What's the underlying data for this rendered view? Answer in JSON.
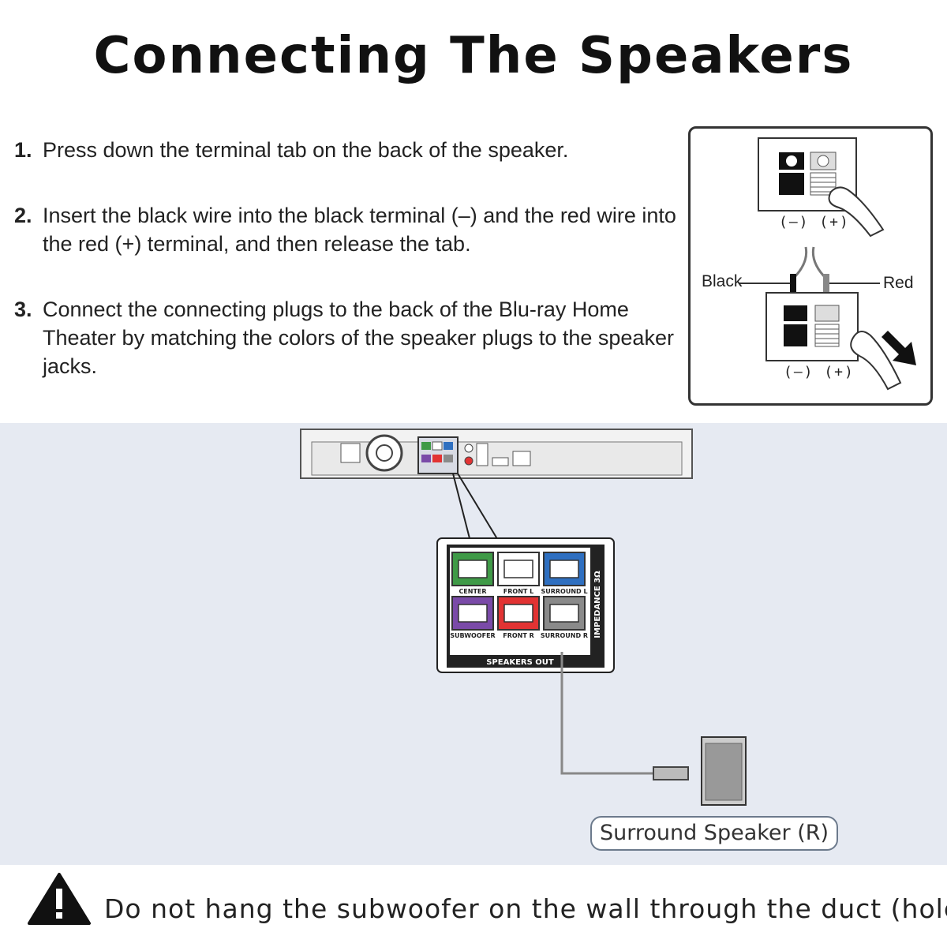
{
  "title": "Connecting The Speakers",
  "steps": [
    {
      "num": "1.",
      "text": "Press down the terminal tab on the back of the speaker."
    },
    {
      "num": "2.",
      "text": "Insert the black wire into the black terminal (–) and the red wire into the red (+) terminal, and then release the tab."
    },
    {
      "num": "3.",
      "text": "Connect the connecting plugs to the back of the Blu-ray Home Theater by matching the colors of the speaker plugs to the speaker jacks."
    }
  ],
  "terminal_diagram": {
    "polarity_label": "(–) (+)",
    "wire_black_label": "Black",
    "wire_red_label": "Red"
  },
  "speakers_panel": {
    "jacks": [
      {
        "label": "CENTER",
        "color": "#3f9a47"
      },
      {
        "label": "FRONT L",
        "color": "#ffffff"
      },
      {
        "label": "SURROUND L",
        "color": "#2e6fc0"
      },
      {
        "label": "SUBWOOFER",
        "color": "#7a4aa8"
      },
      {
        "label": "FRONT R",
        "color": "#e23333"
      },
      {
        "label": "SURROUND R",
        "color": "#8a8a8a"
      }
    ],
    "footer_label": "SPEAKERS OUT",
    "side_label": "IMPEDANCE 3Ω"
  },
  "speaker_name": "Surround Speaker (R)",
  "warning": {
    "icon": "warning-triangle-icon",
    "text": "Do not hang the subwoofer on the wall through the duct (hole)."
  },
  "colors": {
    "band_background": "#e6eaf2",
    "frame": "#333333"
  }
}
